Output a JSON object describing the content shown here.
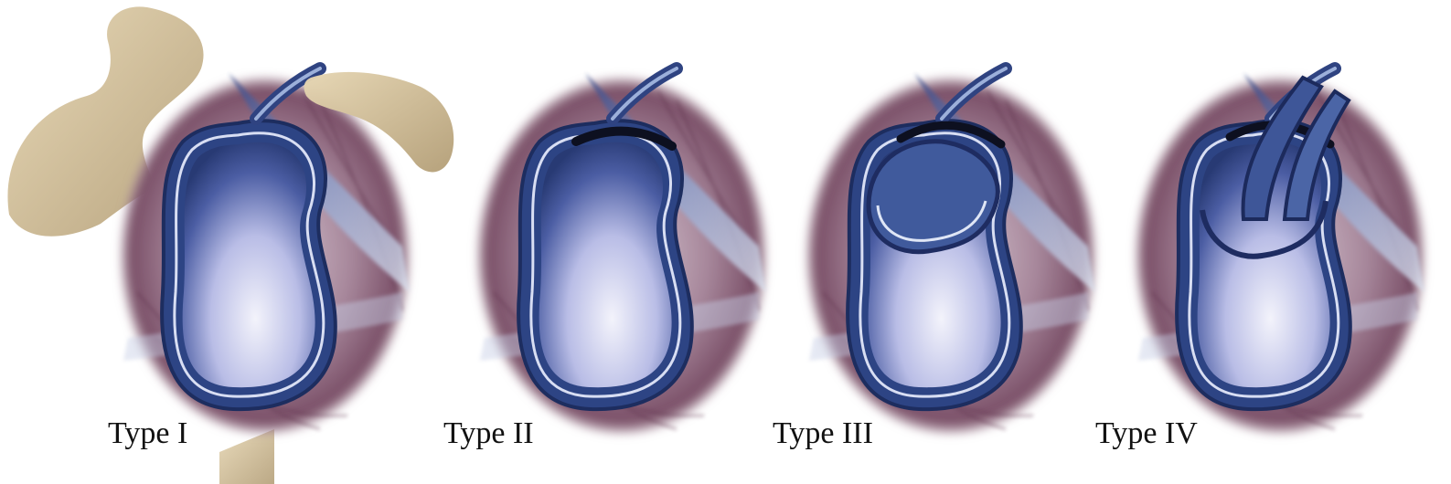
{
  "figure": {
    "panels": [
      {
        "label": "Type I"
      },
      {
        "label": "Type II"
      },
      {
        "label": "Type III"
      },
      {
        "label": "Type IV"
      }
    ]
  }
}
